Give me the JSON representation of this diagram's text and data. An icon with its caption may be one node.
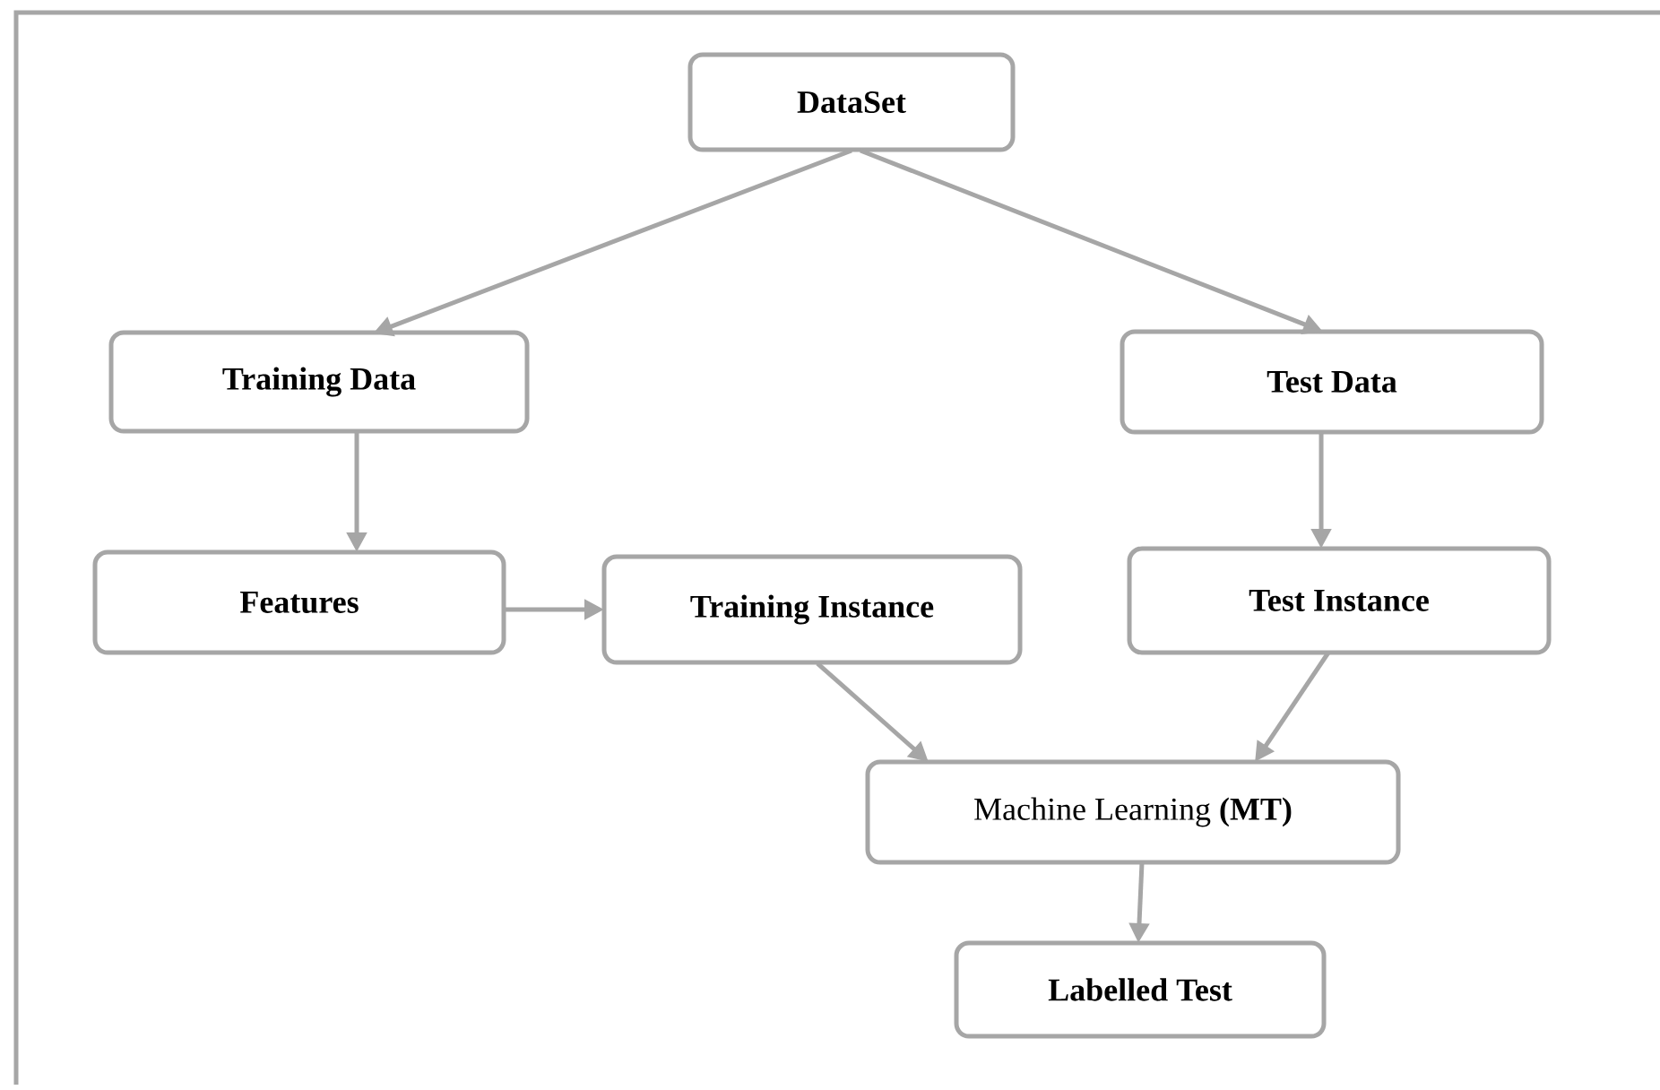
{
  "diagram": {
    "nodes": [
      {
        "text": [
          "DataSet"
        ]
      },
      {
        "text": [
          "Training Data"
        ]
      },
      {
        "text": [
          "Test Data"
        ]
      },
      {
        "text": [
          "Features"
        ]
      },
      {
        "text": [
          "Training Instance"
        ]
      },
      {
        "text": [
          "Test Instance"
        ]
      },
      {
        "text": [
          "Machine Learning **(MT)**"
        ]
      },
      {
        "text": [
          "Labelled Test"
        ]
      }
    ],
    "edges": [
      {
        "from": 0,
        "to": 1,
        "arrow": "to"
      },
      {
        "from": 0,
        "to": 2,
        "arrow": "to"
      },
      {
        "from": 1,
        "to": 3,
        "arrow": "to"
      },
      {
        "from": 2,
        "to": 5,
        "arrow": "to"
      },
      {
        "from": 3,
        "to": 4,
        "arrow": "to"
      },
      {
        "from": 4,
        "to": 6,
        "arrow": "to"
      },
      {
        "from": 5,
        "to": 6,
        "arrow": "to"
      },
      {
        "from": 6,
        "to": 7,
        "arrow": "to"
      }
    ]
  }
}
